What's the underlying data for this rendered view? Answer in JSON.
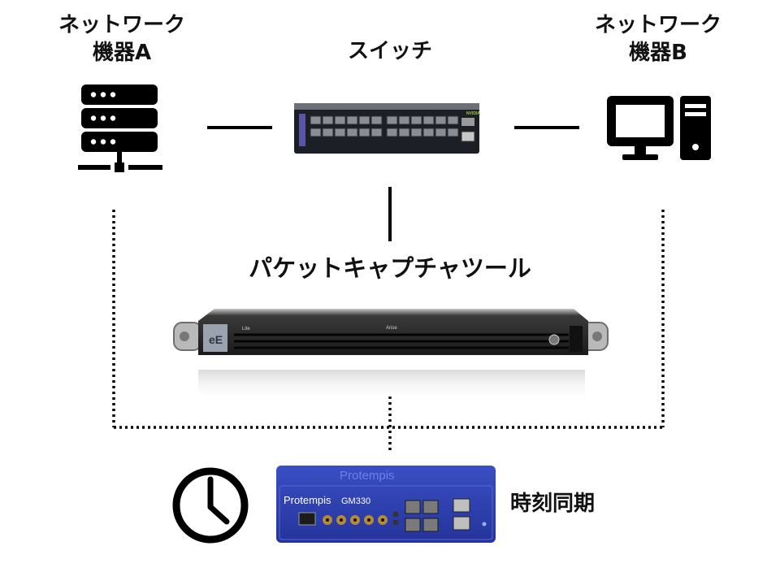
{
  "labels": {
    "device_a": "ネットワーク\n機器A",
    "switch": "スイッチ",
    "device_b": "ネットワーク\n機器B",
    "capture_tool": "パケットキャプチャツール",
    "time_sync": "時刻同期"
  },
  "device_text": {
    "switch_brand": "NVIDIA",
    "capture_left": "Lite",
    "capture_center": "Arise",
    "capture_badge": "eE",
    "protempis_brand": "Protempis",
    "protempis_model": "GM330"
  },
  "icons": {
    "device_a": "server-icon",
    "device_b": "desktop-computer-icon",
    "time_sync": "clock-icon"
  },
  "colors": {
    "text": "#111111",
    "protempis_blue": "#2d3fa8"
  }
}
